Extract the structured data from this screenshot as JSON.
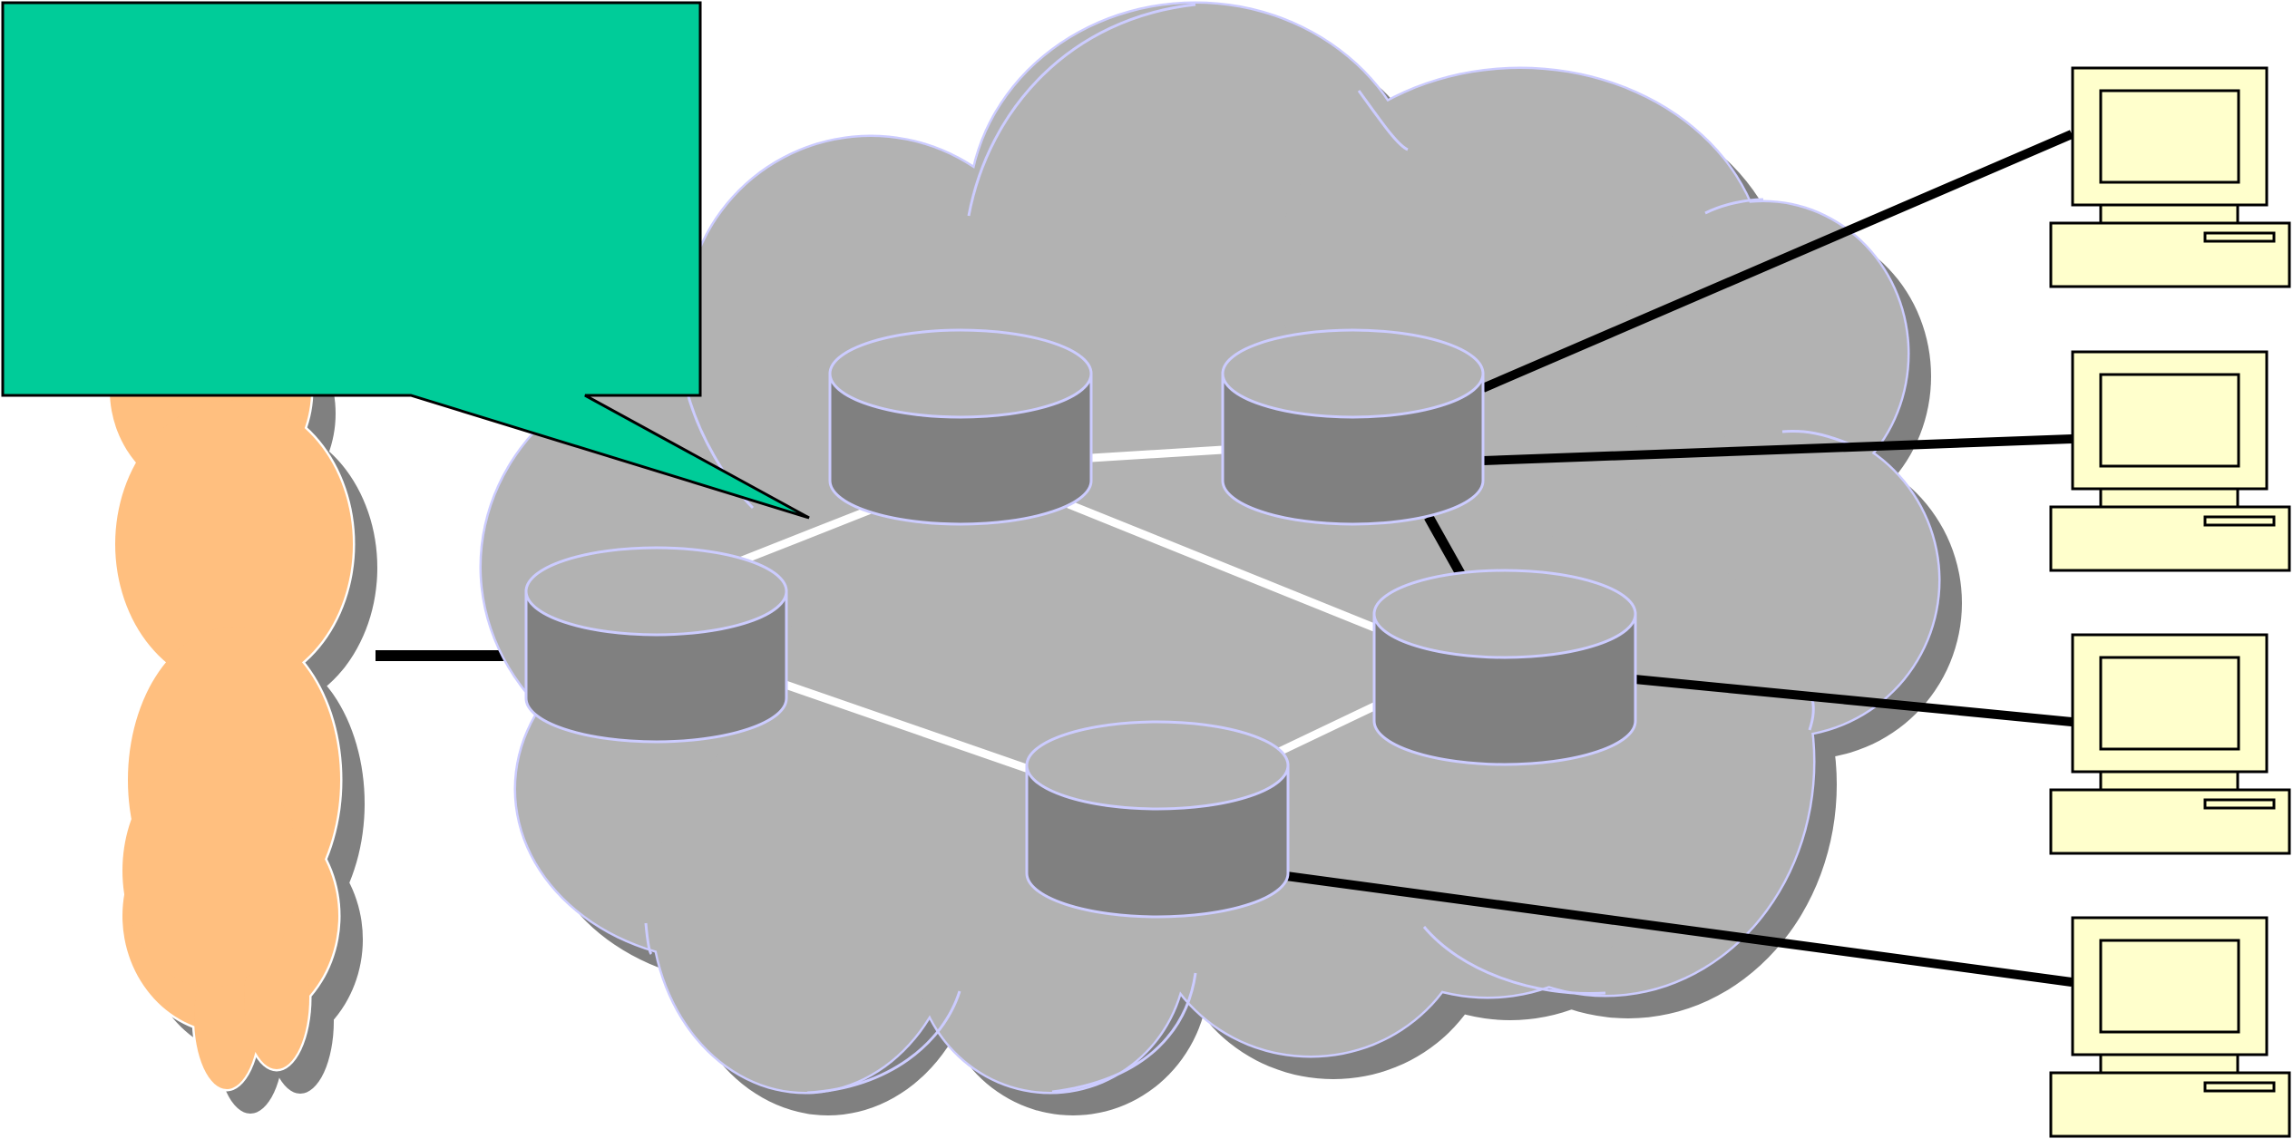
{
  "diagram": {
    "title": "",
    "colors": {
      "background": "#ffffff",
      "network_cloud_fill": "#b2b2b2",
      "network_cloud_outline": "#ccccff",
      "shadow": "#808080",
      "external_cloud_fill": "#ffbf7f",
      "external_cloud_outline": "#ffffff",
      "node_top": "#b2b2b2",
      "node_side": "#808080",
      "node_outline": "#ccccff",
      "backbone_link": "#ffffff",
      "access_link": "#000000",
      "computer_fill": "#ffffcc",
      "computer_outline": "#000000",
      "callout_fill": "#00cc99",
      "callout_outline": "#000000"
    },
    "callout": {
      "text": "",
      "icon": "speech-callout"
    },
    "network_cloud": {
      "label": "",
      "icon": "cloud"
    },
    "external_cloud": {
      "label": "",
      "icon": "cloud"
    },
    "nodes": [
      {
        "id": "node-top-left",
        "label": "",
        "icon": "database-cylinder"
      },
      {
        "id": "node-top-right",
        "label": "",
        "icon": "database-cylinder"
      },
      {
        "id": "node-left",
        "label": "",
        "icon": "database-cylinder"
      },
      {
        "id": "node-right",
        "label": "",
        "icon": "database-cylinder"
      },
      {
        "id": "node-bottom",
        "label": "",
        "icon": "database-cylinder"
      }
    ],
    "computers": [
      {
        "id": "computer-1",
        "label": "",
        "icon": "desktop-computer"
      },
      {
        "id": "computer-2",
        "label": "",
        "icon": "desktop-computer"
      },
      {
        "id": "computer-3",
        "label": "",
        "icon": "desktop-computer"
      },
      {
        "id": "computer-4",
        "label": "",
        "icon": "desktop-computer"
      }
    ],
    "links": [
      {
        "from": "node-top-left",
        "to": "node-top-right",
        "type": "backbone"
      },
      {
        "from": "node-top-left",
        "to": "node-left",
        "type": "backbone"
      },
      {
        "from": "node-top-left",
        "to": "node-right",
        "type": "backbone"
      },
      {
        "from": "node-left",
        "to": "node-bottom",
        "type": "backbone"
      },
      {
        "from": "node-bottom",
        "to": "node-right",
        "type": "backbone"
      },
      {
        "from": "node-top-right",
        "to": "node-right",
        "type": "access"
      },
      {
        "from": "external-cloud",
        "to": "node-left",
        "type": "access"
      },
      {
        "from": "node-top-right",
        "to": "computer-1",
        "type": "access"
      },
      {
        "from": "node-top-right",
        "to": "computer-2",
        "type": "access"
      },
      {
        "from": "node-right",
        "to": "computer-3",
        "type": "access"
      },
      {
        "from": "node-bottom",
        "to": "computer-4",
        "type": "access"
      }
    ]
  }
}
